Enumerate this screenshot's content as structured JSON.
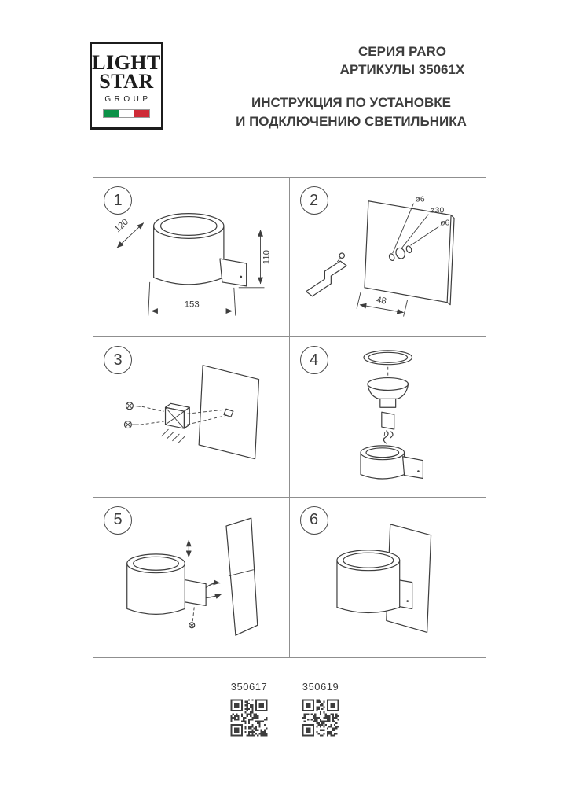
{
  "logo": {
    "word1": "LIGHT",
    "word2": "STAR",
    "word3": "GROUP",
    "flag": [
      "#0b9247",
      "#ffffff",
      "#ce2b37"
    ]
  },
  "header": {
    "series": "СЕРИЯ PARO",
    "articles": "АРТИКУЛЫ 35061X",
    "title1": "ИНСТРУКЦИЯ ПО УСТАНОВКЕ",
    "title2": "И ПОДКЛЮЧЕНИЮ СВЕТИЛЬНИКА"
  },
  "steps": [
    {
      "number": "1",
      "labels": {
        "depth": "120",
        "height": "110",
        "width": "153"
      }
    },
    {
      "number": "2",
      "labels": {
        "hole_left": "ø6",
        "hole_center": "ø30",
        "hole_right": "ø6",
        "spacing": "48"
      }
    },
    {
      "number": "3"
    },
    {
      "number": "4"
    },
    {
      "number": "5"
    },
    {
      "number": "6"
    }
  ],
  "footer": {
    "products": [
      {
        "code": "350617"
      },
      {
        "code": "350619"
      }
    ]
  }
}
